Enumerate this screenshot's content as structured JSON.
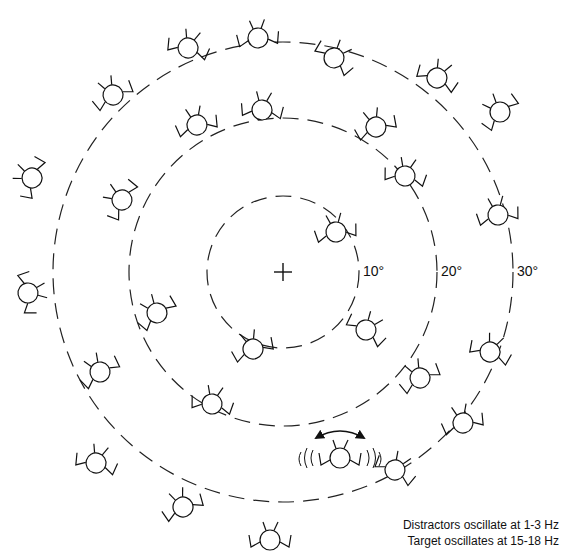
{
  "diagram": {
    "labels": [
      "10°",
      "20°",
      "30°",
      "Distractors oscillate at 1-3 Hz",
      "Target oscillates at 15-18 Hz"
    ]
  }
}
